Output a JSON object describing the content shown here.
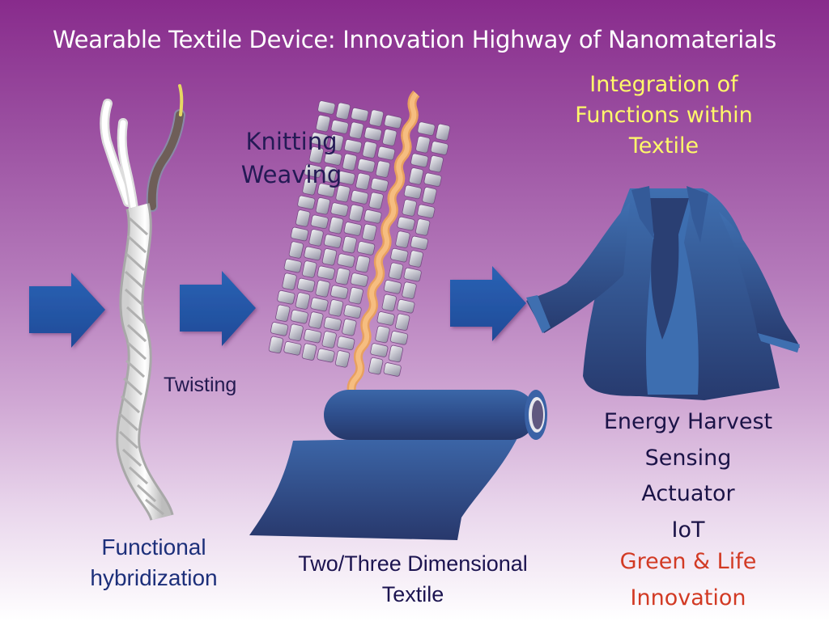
{
  "title": "Wearable Textile Device: Innovation Highway of Nanomaterials",
  "integration": {
    "lines": [
      "Integration of",
      "Functions within",
      "Textile"
    ],
    "color": "#fff86a"
  },
  "stages": {
    "fiber": {
      "label_lines": [
        "Functional",
        "hybridization"
      ],
      "process_label": "Twisting"
    },
    "fabric": {
      "process_lines": [
        "Knitting",
        "Weaving"
      ],
      "label_lines": [
        "Two/Three Dimensional",
        "Textile"
      ]
    },
    "garment": {
      "functions": [
        "Energy Harvest",
        "Sensing",
        "Actuator",
        "IoT"
      ],
      "impact_lines": [
        "Green & Life",
        "Innovation"
      ],
      "impact_color": "#d23a24"
    }
  },
  "icons": {
    "arrow": "right-arrow-icon",
    "fiber": "twisted-fiber-icon",
    "weave": "woven-fabric-icon",
    "roll": "fabric-roll-icon",
    "jacket": "jacket-icon"
  },
  "colors": {
    "arrow_blue": "#2456a6",
    "fabric_blue": "#2f4f8e",
    "background_top": "#882b8c"
  }
}
